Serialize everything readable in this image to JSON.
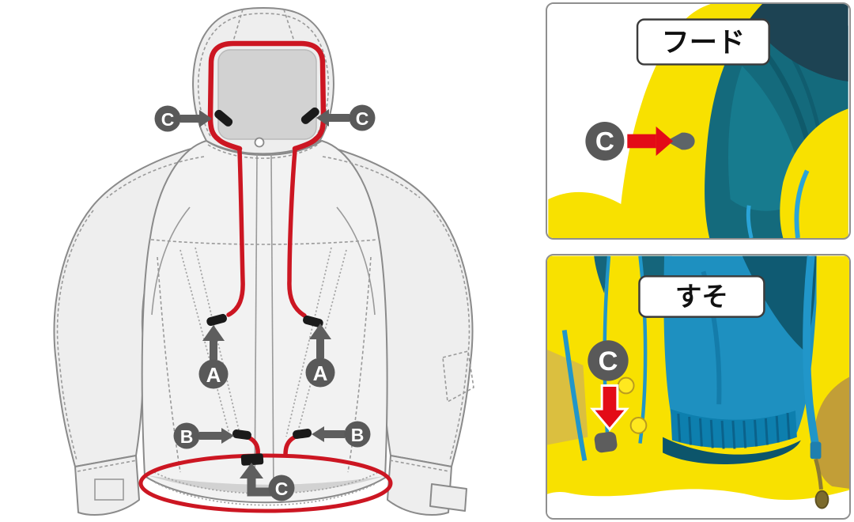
{
  "diagram": {
    "markers": {
      "hood_left": "C",
      "hood_right": "C",
      "front_left": "A",
      "front_right": "A",
      "hem_left": "B",
      "hem_right": "B",
      "hem_center": "C"
    }
  },
  "insets": {
    "hood": {
      "title": "フード",
      "marker": "C"
    },
    "hem": {
      "title": "すそ",
      "marker": "C"
    }
  },
  "colors": {
    "cord_red": "#cc1622",
    "arrow_red": "#e30b17",
    "badge_gray": "#595959",
    "line_gray": "#8a8a8a",
    "jacket_fill": "#eeeeee",
    "hood_opening_gray": "#d2d2d2",
    "photo_yellow": "#f8e100",
    "hood_lining_teal": "#146a7c",
    "hem_lining_blue": "#1e90c0",
    "zipper_cyan": "#2196c9",
    "toggle_gray": "#5d6468"
  }
}
